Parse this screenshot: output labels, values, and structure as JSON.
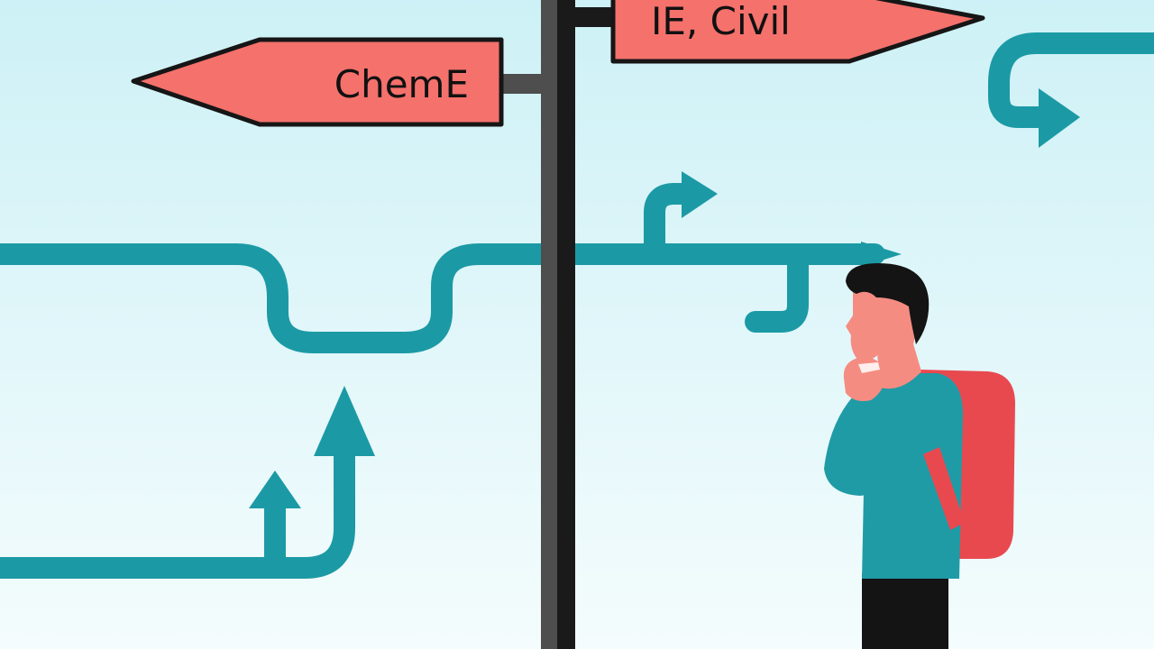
{
  "colors": {
    "sky_top": "#cdf1f6",
    "sky_bottom": "#f4fcfd",
    "path": "#1b9aa5",
    "sign": "#f4716c",
    "sign_outline": "#161616",
    "pole": "#4e4e4e",
    "pole_dark": "#1a1a1a",
    "skin": "#f58c82",
    "hair": "#141414",
    "shirt": "#1f9ba6",
    "backpack": "#e8494f",
    "pants": "#141414"
  },
  "signs": {
    "left": {
      "label": "ChemE",
      "direction": "left"
    },
    "right": {
      "label": "IE, Civil",
      "direction": "right"
    }
  },
  "scene": {
    "figure": "student-with-backpack",
    "icons": [
      "signpost-icon",
      "arrow-up-icon",
      "arrow-right-icon",
      "path-icon"
    ]
  }
}
